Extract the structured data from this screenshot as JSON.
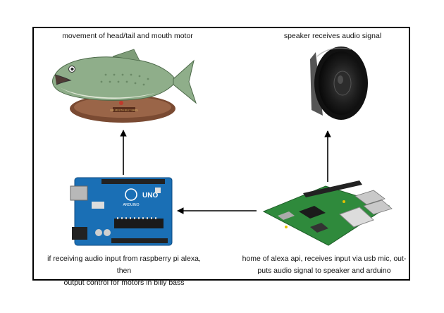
{
  "captions": {
    "fish": "movement of head/tail and mouth motor",
    "speaker": "speaker receives audio signal",
    "arduino_line1": "if receiving audio input from raspberry pi alexa, then",
    "arduino_line2": "output control for motors in billy bass",
    "pi_line1": "home of alexa api, receives input via usb mic, out-",
    "pi_line2": "puts audio signal to speaker and arduino"
  },
  "board_labels": {
    "arduino_brand": "ARDUINO",
    "arduino_model": "UNO",
    "plaque_text": "BIG MOUTH BILLY BASS"
  },
  "colors": {
    "frame": "#000000",
    "arduino_board": "#1a6fb5",
    "pi_board": "#2f8a3c",
    "fish_body": "#8fae8a",
    "plaque": "#7a4a32",
    "speaker_cone": "#1c1c1c"
  },
  "icons": [
    "bass-fish-image",
    "speaker-image",
    "arduino-uno-image",
    "raspberry-pi-image"
  ]
}
